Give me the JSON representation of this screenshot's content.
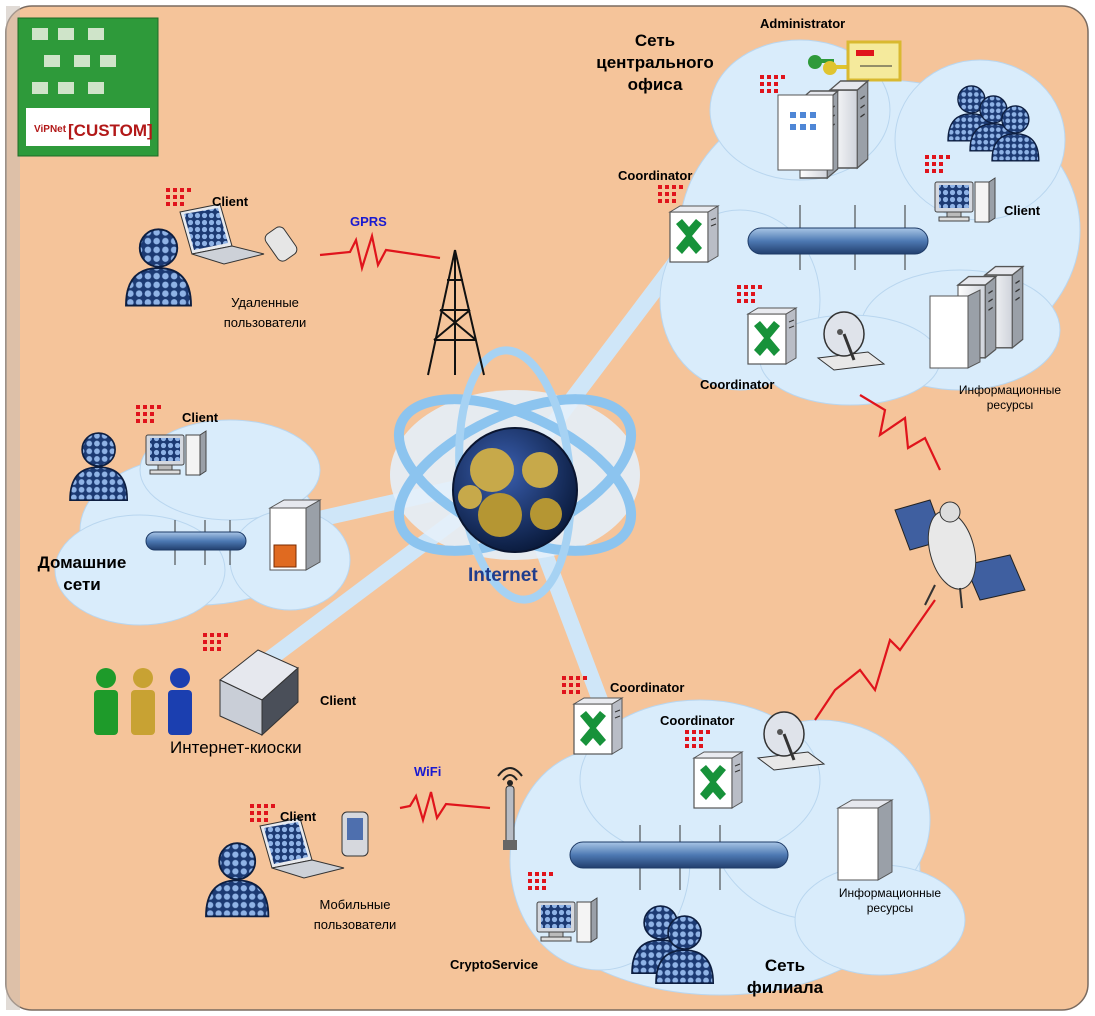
{
  "colors": {
    "background": "#f5c49a",
    "cloud": "#d9ecfb",
    "link": "#cfe6f8",
    "lightning": "#e0141c",
    "label_blue": "#1a1ad0",
    "internet_text": "#1f3c8c"
  },
  "logo": {
    "brand": "ViPNet",
    "product": "[CUSTOM]"
  },
  "internet": {
    "label": "Internet"
  },
  "central_office": {
    "title_lines": [
      "Сеть",
      "центрального",
      "офиса"
    ],
    "administrator": "Administrator",
    "coordinator_top": "Coordinator",
    "client": "Client",
    "coordinator_bottom": "Coordinator",
    "resources_lines": [
      "Информационные",
      "ресурсы"
    ]
  },
  "remote_users": {
    "client": "Client",
    "link": "GPRS",
    "caption_lines": [
      "Удаленные",
      "пользователи"
    ]
  },
  "home_networks": {
    "client": "Client",
    "title_lines": [
      "Домашние",
      "сети"
    ]
  },
  "kiosks": {
    "client": "Client",
    "caption": "Интернет-киоски"
  },
  "mobile_users": {
    "client": "Client",
    "link": "WiFi",
    "caption_lines": [
      "Мобильные",
      "пользователи"
    ]
  },
  "branch": {
    "coordinator_a": "Coordinator",
    "coordinator_b": "Coordinator",
    "cryptoservice": "CryptoService",
    "resources_lines": [
      "Информационные",
      "ресурсы"
    ],
    "title_lines": [
      "Сеть",
      "филиала"
    ]
  }
}
